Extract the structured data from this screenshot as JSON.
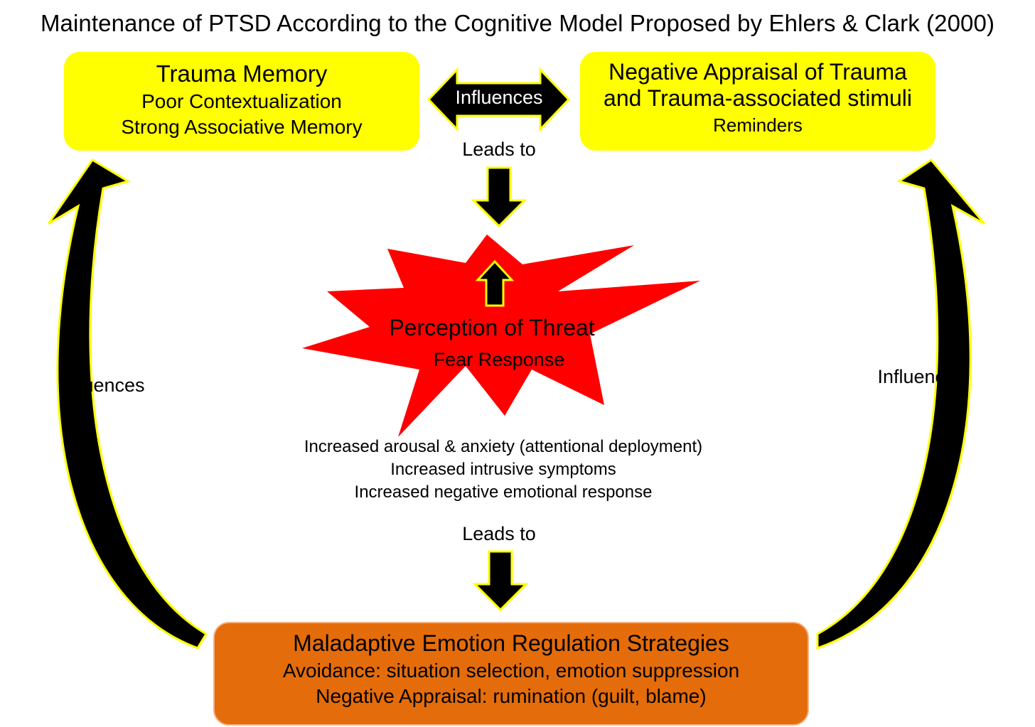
{
  "title": "Maintenance of PTSD According to the Cognitive Model Proposed by Ehlers & Clark (2000)",
  "trauma_memory": {
    "heading": "Trauma Memory",
    "line1": "Poor Contextualization",
    "line2": "Strong Associative Memory"
  },
  "negative_appraisal": {
    "heading_line1": "Negative Appraisal of Trauma",
    "heading_line2": "and Trauma-associated stimuli",
    "line3": "Reminders"
  },
  "center_arrow_label": "Influences",
  "leads_to_top": "Leads to",
  "threat": {
    "heading": "Perception of Threat",
    "subheading": "Fear Response"
  },
  "effects": [
    "Increased arousal & anxiety (attentional deployment)",
    "Increased intrusive symptoms",
    "Increased negative emotional response"
  ],
  "leads_to_bottom": "Leads to",
  "maladaptive": {
    "heading": "Maladaptive Emotion Regulation Strategies",
    "line1": "Avoidance: situation selection, emotion suppression",
    "line2": "Negative Appraisal: rumination (guilt, blame)"
  },
  "left_influences": "Influences",
  "right_influences": "Influences",
  "colors": {
    "box_yellow": "#ffff00",
    "box_orange": "#e46c0a",
    "starburst": "#ff0000",
    "arrow_fill": "#000000",
    "arrow_outline": "#ffff00"
  }
}
